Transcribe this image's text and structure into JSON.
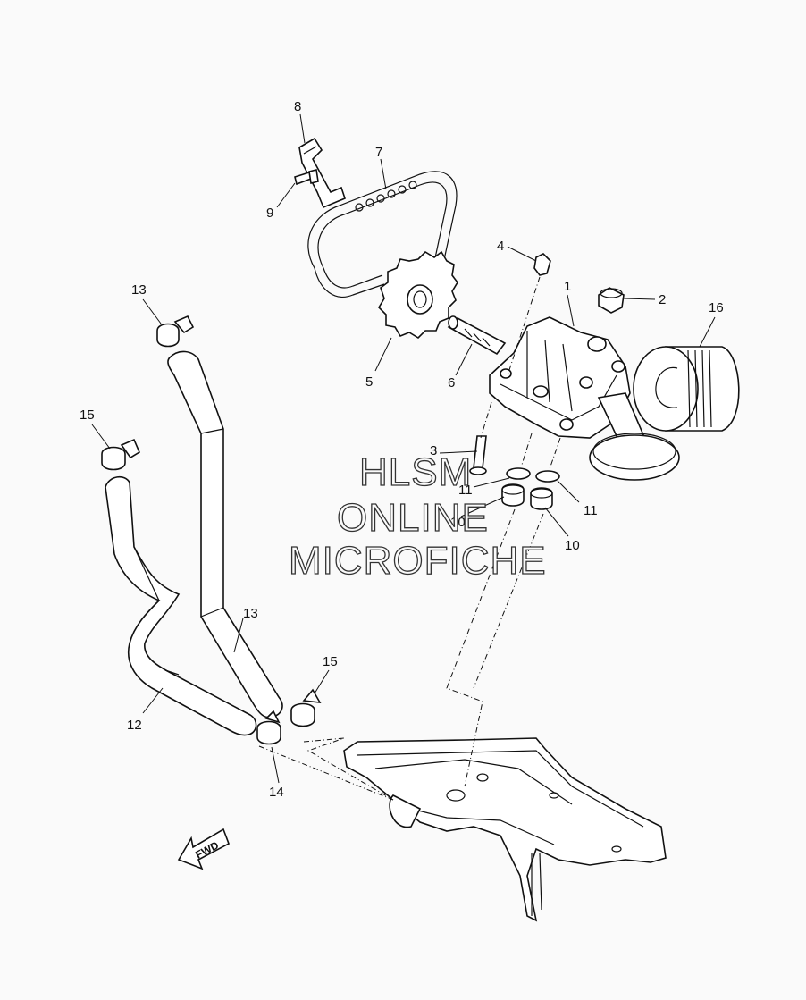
{
  "callouts": [
    {
      "id": "1",
      "text": "1"
    },
    {
      "id": "2",
      "text": "2"
    },
    {
      "id": "3",
      "text": "3"
    },
    {
      "id": "4",
      "text": "4"
    },
    {
      "id": "5",
      "text": "5"
    },
    {
      "id": "6",
      "text": "6"
    },
    {
      "id": "7",
      "text": "7"
    },
    {
      "id": "8",
      "text": "8"
    },
    {
      "id": "9",
      "text": "9"
    },
    {
      "id": "10a",
      "text": "10"
    },
    {
      "id": "10b",
      "text": "10"
    },
    {
      "id": "11a",
      "text": "11"
    },
    {
      "id": "11b",
      "text": "11"
    },
    {
      "id": "12",
      "text": "12"
    },
    {
      "id": "13a",
      "text": "13"
    },
    {
      "id": "13b",
      "text": "13"
    },
    {
      "id": "14",
      "text": "14"
    },
    {
      "id": "15a",
      "text": "15"
    },
    {
      "id": "15b",
      "text": "15"
    },
    {
      "id": "16",
      "text": "16"
    }
  ],
  "watermark": {
    "line1": "HLSM",
    "line2": "ONLINE",
    "line3": "MICROFICHE"
  },
  "direction_label": "FWD"
}
